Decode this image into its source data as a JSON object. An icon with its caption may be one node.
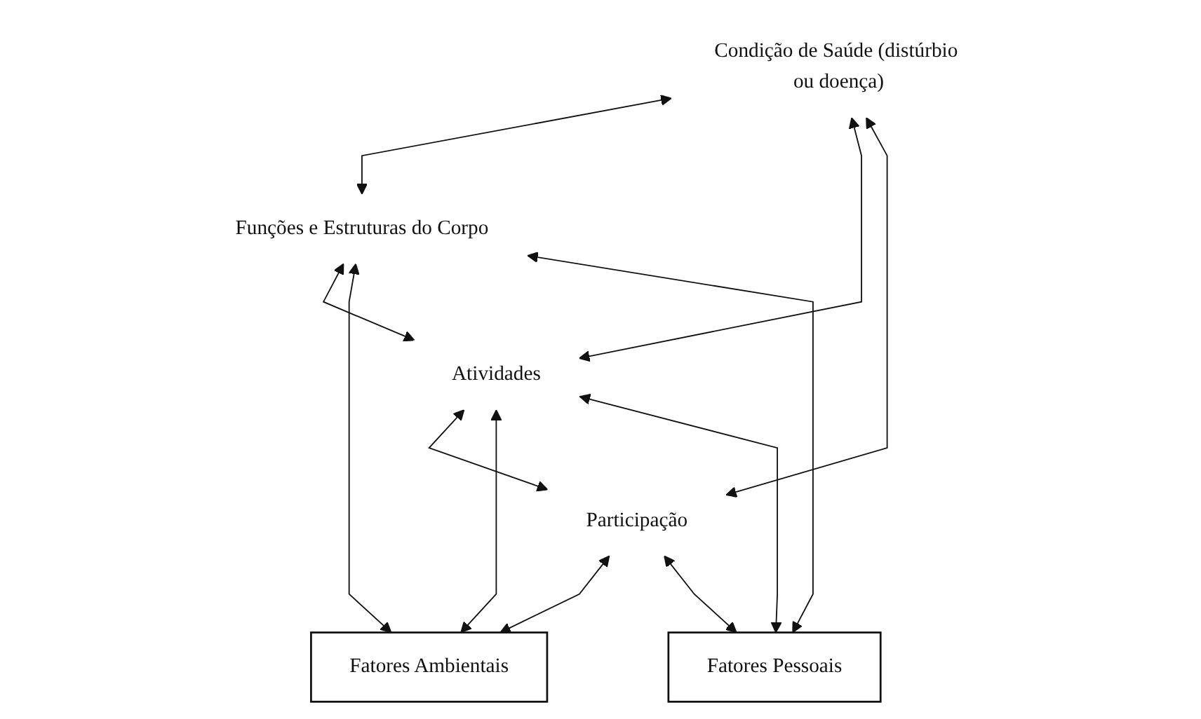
{
  "diagram": {
    "nodes": [
      {
        "text": [
          "Condição de Saúde (distúrbio ou doença)"
        ]
      },
      {
        "text": [
          "Funções e Estruturas do Corpo"
        ]
      },
      {
        "text": [
          "Atividades"
        ]
      },
      {
        "text": [
          "Participação"
        ]
      },
      {
        "text": [
          "Fatores Ambientais"
        ]
      },
      {
        "text": [
          "Fatores Pessoais"
        ]
      }
    ],
    "edges": [
      {
        "from": 0,
        "to": 1,
        "arrow": "both"
      },
      {
        "from": 0,
        "to": 2,
        "arrow": "both"
      },
      {
        "from": 0,
        "to": 3,
        "arrow": "both"
      },
      {
        "from": 1,
        "to": 2,
        "arrow": "both"
      },
      {
        "from": 2,
        "to": 3,
        "arrow": "both"
      },
      {
        "from": 4,
        "to": 1,
        "arrow": "both"
      },
      {
        "from": 4,
        "to": 2,
        "arrow": "both"
      },
      {
        "from": 4,
        "to": 3,
        "arrow": "both"
      },
      {
        "from": 5,
        "to": 1,
        "arrow": "both"
      },
      {
        "from": 5,
        "to": 2,
        "arrow": "both"
      },
      {
        "from": 5,
        "to": 3,
        "arrow": "both"
      }
    ]
  }
}
